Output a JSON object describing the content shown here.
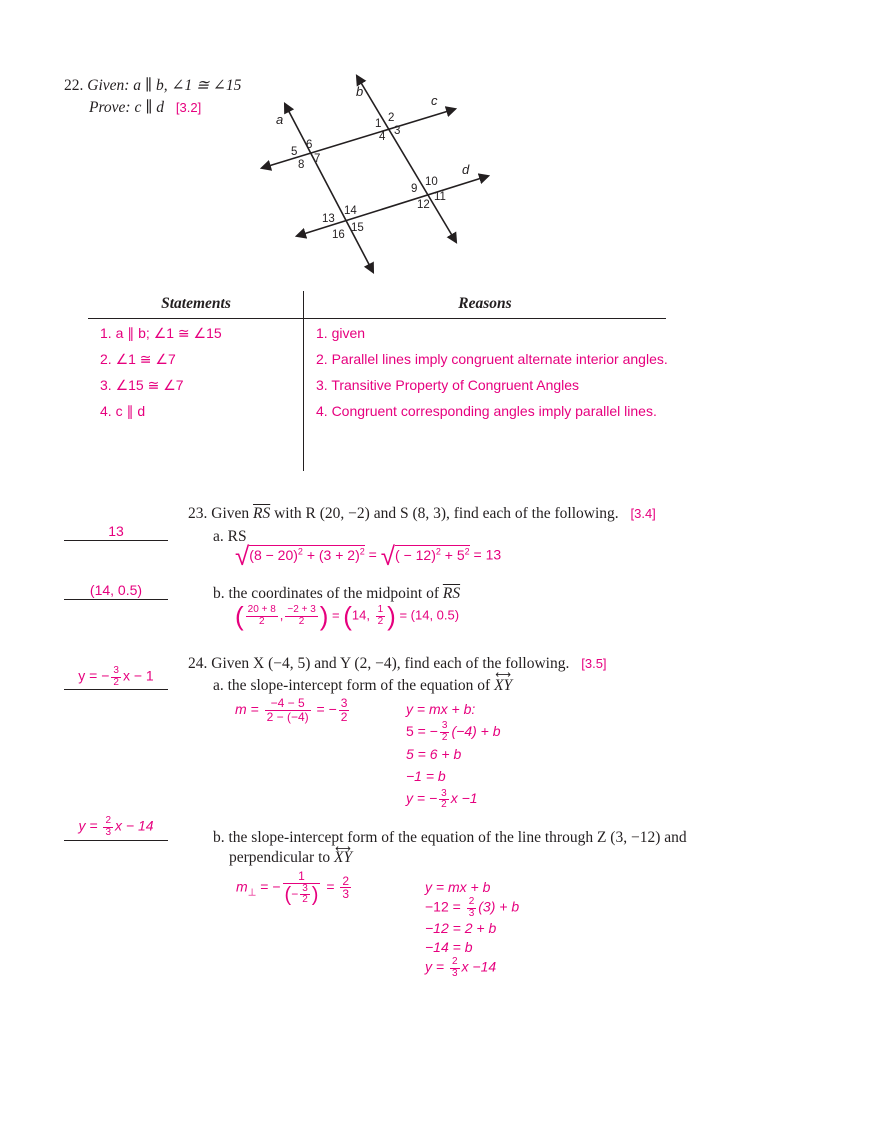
{
  "problem22": {
    "number": "22.",
    "given_label": "Given:",
    "given_text": "a ∥ b, ∠1 ≅ ∠15",
    "prove_label": "Prove:",
    "prove_text": "c ∥ d",
    "ref": "[3.2]",
    "figure_labels": [
      "a",
      "b",
      "c",
      "d",
      "1",
      "2",
      "3",
      "4",
      "5",
      "6",
      "7",
      "8",
      "9",
      "10",
      "11",
      "12",
      "13",
      "14",
      "15",
      "16"
    ],
    "table": {
      "headers": [
        "Statements",
        "Reasons"
      ],
      "statements": [
        "1. a ∥ b; ∠1 ≅ ∠15",
        "2. ∠1 ≅ ∠7",
        "3. ∠15 ≅ ∠7",
        "4. c ∥ d"
      ],
      "reasons": [
        "1. given",
        "2. Parallel lines imply congruent alternate interior angles.",
        "3. Transitive Property of Congruent Angles",
        "4. Congruent corresponding angles imply parallel lines."
      ]
    }
  },
  "problem23": {
    "number": "23.",
    "text_pre": "Given ",
    "segment": "RS",
    "text_post": " with R (20, −2) and S (8, 3), find each of the following.",
    "ref": "[3.4]",
    "a_label": "a. RS",
    "a_answer": "13",
    "a_work_left": "(8 − 20)",
    "a_work_mid": " + (3 + 2)",
    "a_work_mid2": " = ",
    "a_work_right": "( − 12)",
    "a_work_right2": " + 5",
    "a_work_result": " = 13",
    "b_label_pre": "b. the coordinates of the midpoint of ",
    "b_segment": "RS",
    "b_answer": "(14, 0.5)",
    "b_work": {
      "n1": "20 + 8",
      "d1": "2",
      "n2": "−2 + 3",
      "d2": "2",
      "eq1": " = ",
      "whole": "14, ",
      "n3": "1",
      "d3": "2",
      "result": " = (14, 0.5)"
    }
  },
  "problem24": {
    "number": "24.",
    "text": "Given X (−4, 5) and Y (2, −4), find each of the following.",
    "ref": "[3.5]",
    "a_label_pre": "a. the slope-intercept form of the equation of ",
    "line_name": "XY",
    "a_answer": {
      "pre": "y = −",
      "n": "3",
      "d": "2",
      "post": "x − 1"
    },
    "a_slope": {
      "m": "m = ",
      "n": "−4 − 5",
      "d": "2 − (−4)",
      "eq": " = −",
      "rn": "3",
      "rd": "2"
    },
    "a_steps": {
      "s1": "y = mx + b:",
      "s2_pre": "5 = −",
      "s2_n": "3",
      "s2_d": "2",
      "s2_post": "(−4) + b",
      "s3": "5 = 6 + b",
      "s4": "−1 = b",
      "s5_pre": "y = −",
      "s5_n": "3",
      "s5_d": "2",
      "s5_post": "x −1"
    },
    "b_label_line1": "b. the slope-intercept form of the equation of the line through Z (3, −12) and",
    "b_label_line2_pre": "perpendicular to ",
    "b_answer": {
      "pre": "y = ",
      "n": "2",
      "d": "3",
      "post": "x − 14"
    },
    "b_slope": {
      "m": "m",
      "perp": "⊥",
      "eq1": " = −",
      "one": "1",
      "dn": "3",
      "dd": "2",
      "eq2": " = ",
      "rn": "2",
      "rd": "3"
    },
    "b_steps": {
      "s1": "y = mx + b",
      "s2_pre": "−12 = ",
      "s2_n": "2",
      "s2_d": "3",
      "s2_post": "(3) + b",
      "s3": "−12 = 2 + b",
      "s4": "−14 = b",
      "s5_pre": "y = ",
      "s5_n": "2",
      "s5_d": "3",
      "s5_post": "x −14"
    }
  },
  "colors": {
    "answer": "#e6007e",
    "text": "#231f20"
  }
}
